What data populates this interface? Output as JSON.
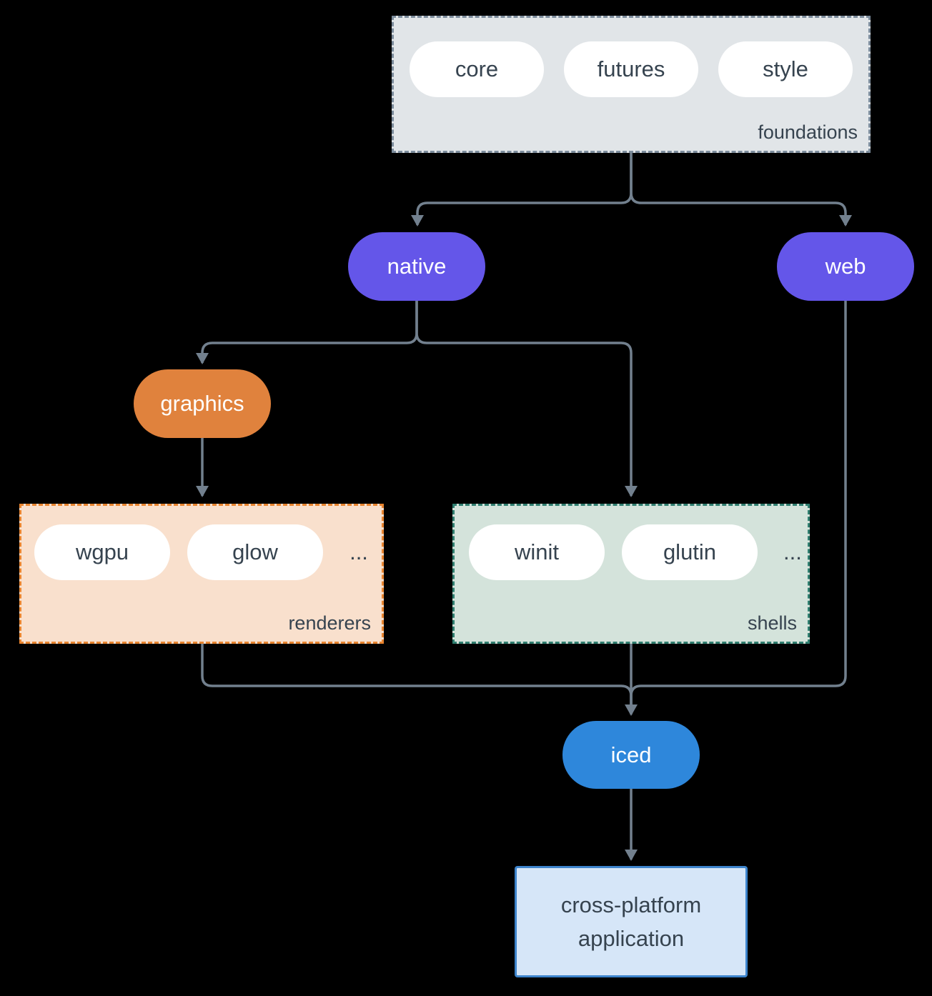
{
  "diagram": {
    "foundations": {
      "pills": [
        "core",
        "futures",
        "style"
      ],
      "label": "foundations"
    },
    "native": {
      "label": "native"
    },
    "web": {
      "label": "web"
    },
    "graphics": {
      "label": "graphics"
    },
    "renderers": {
      "pills": [
        "wgpu",
        "glow"
      ],
      "ellipsis": "...",
      "label": "renderers"
    },
    "shells": {
      "pills": [
        "winit",
        "glutin"
      ],
      "ellipsis": "...",
      "label": "shells"
    },
    "iced": {
      "label": "iced"
    },
    "application": {
      "line1": "cross-platform",
      "line2": "application"
    }
  },
  "colors": {
    "bg": "#000000",
    "connector": "#72808E",
    "foundations_fill": "#E1E5E8",
    "foundations_border": "#7C8C9C",
    "purple": "#6456E9",
    "orange": "#E0823D",
    "renderers_fill": "#F9E0CD",
    "renderers_border": "#E8842F",
    "shells_fill": "#D4E3DB",
    "shells_border": "#2F7E6F",
    "iced": "#2E87DB",
    "app_fill": "#D6E6F8",
    "app_border": "#3D84CC",
    "pill_fill": "#FFFFFF",
    "text_dark": "#36434F",
    "text_light": "#FFFFFF"
  }
}
